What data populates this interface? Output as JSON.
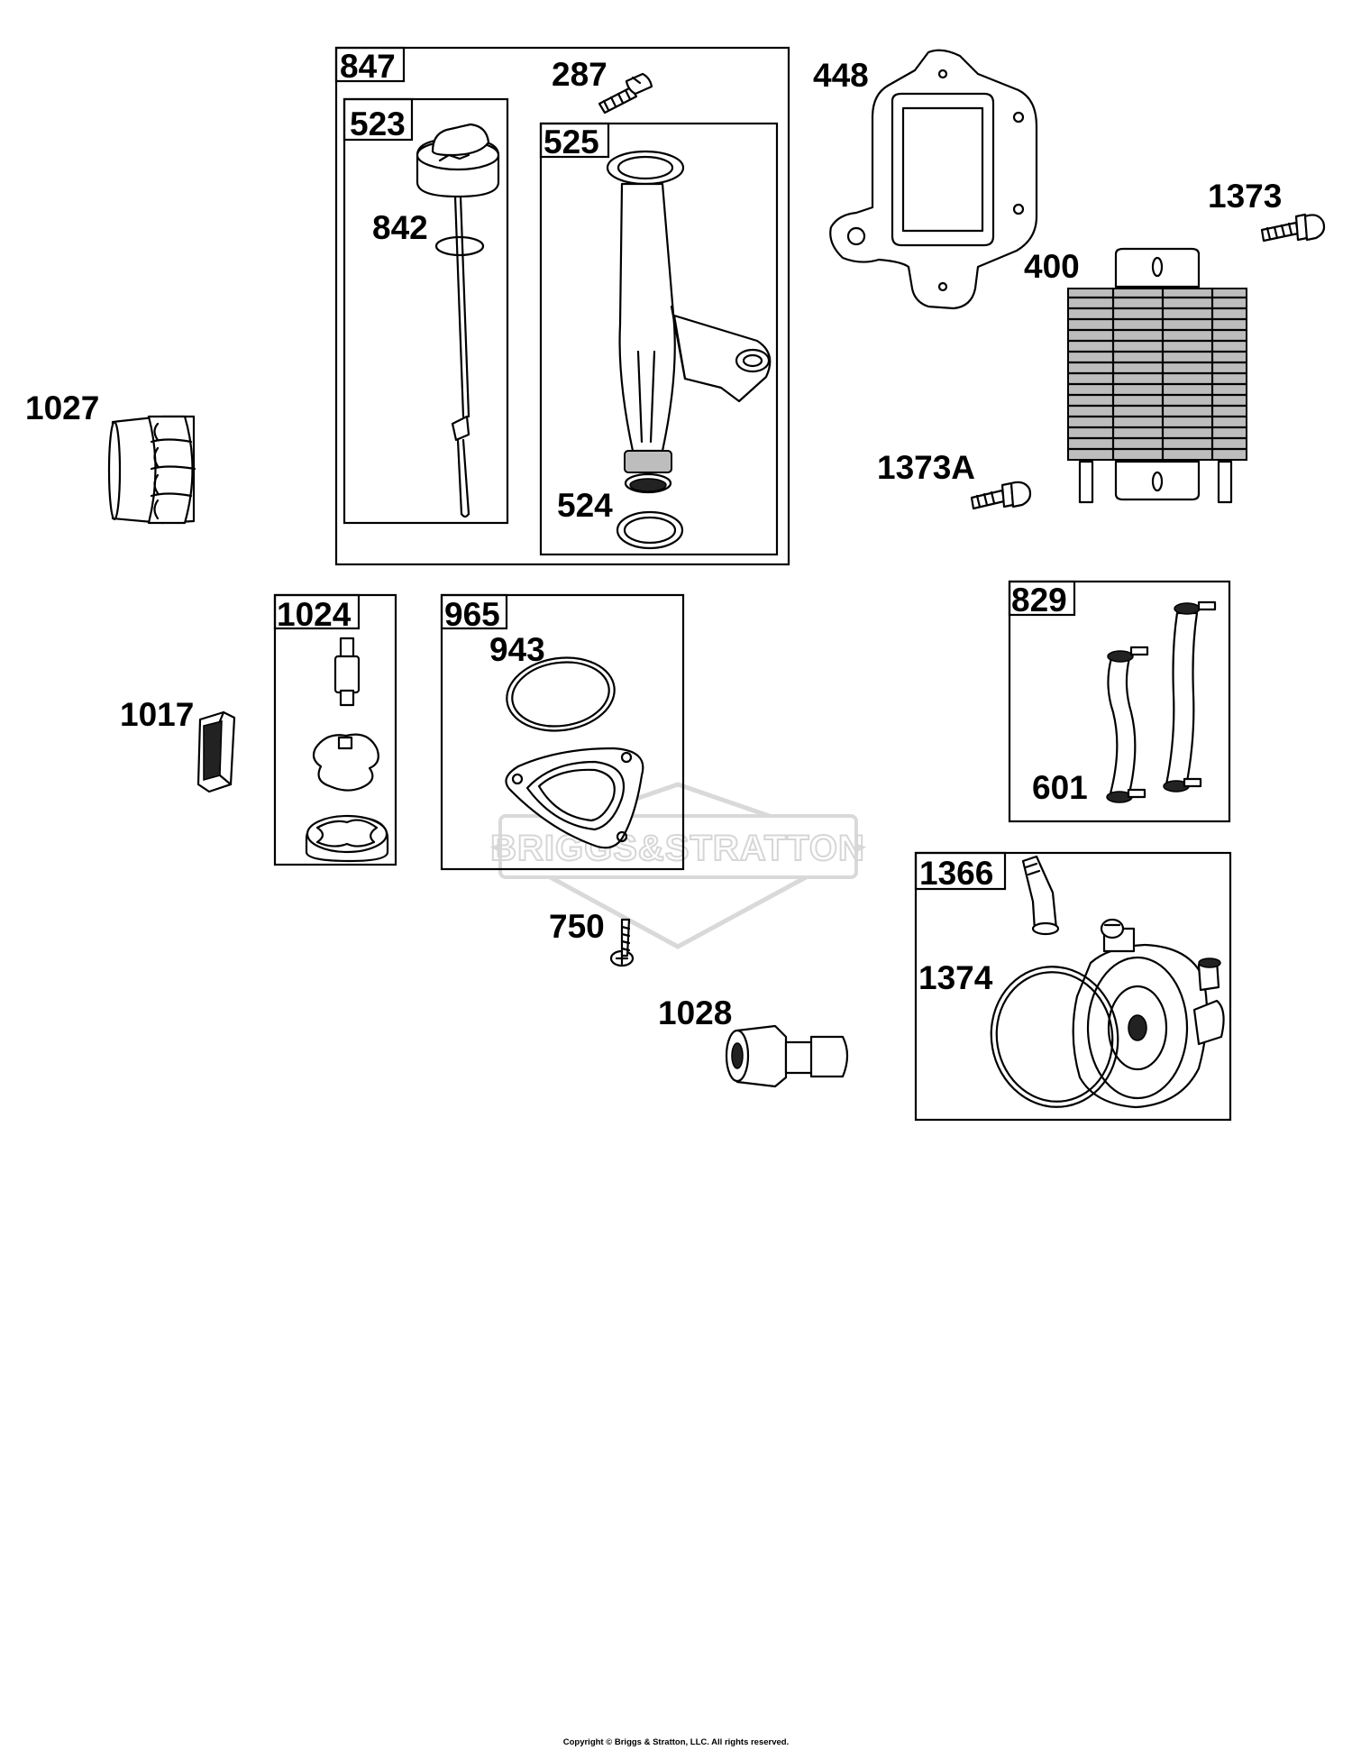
{
  "labels": {
    "l847": "847",
    "l523": "523",
    "l525": "525",
    "l287": "287",
    "l448": "448",
    "l1373": "1373",
    "l400": "400",
    "l842": "842",
    "l1027": "1027",
    "l1373A": "1373A",
    "l524": "524",
    "l1024": "1024",
    "l965": "965",
    "l943": "943",
    "l829": "829",
    "l1017": "1017",
    "l601": "601",
    "l1366": "1366",
    "l750": "750",
    "l1374": "1374",
    "l1028": "1028"
  },
  "watermark": "BRIGGS&STRATTON",
  "copyright": "Copyright © Briggs & Stratton, LLC. All rights reserved."
}
